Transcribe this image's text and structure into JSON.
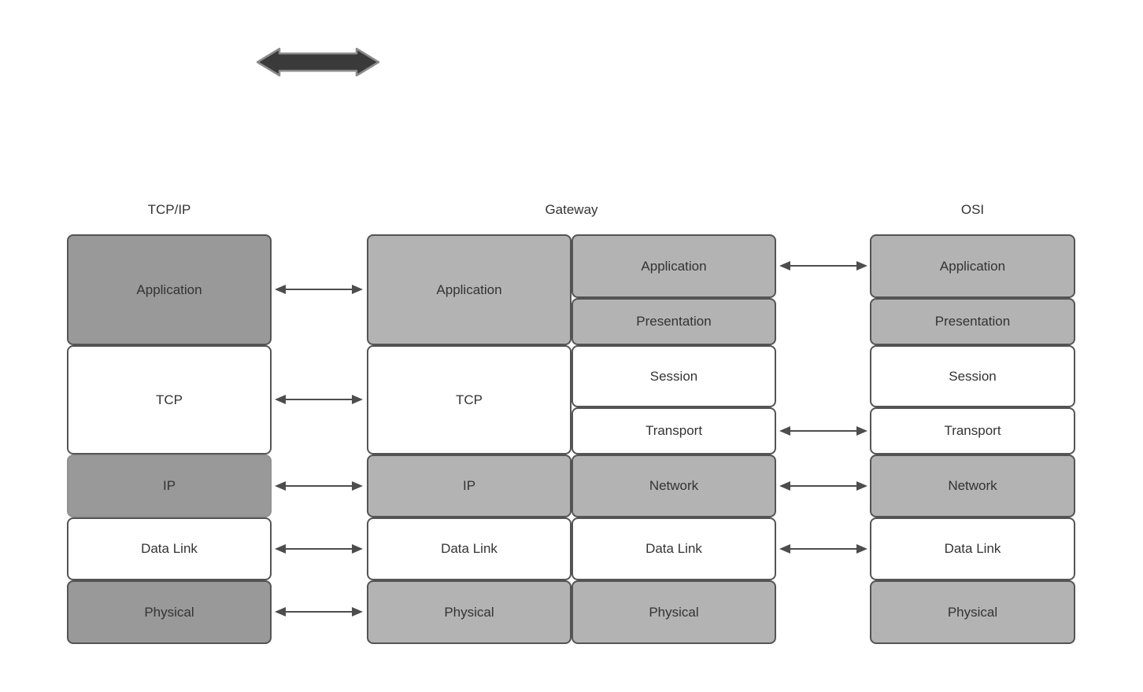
{
  "columns": {
    "tcpip": {
      "title": "TCP/IP",
      "layers": [
        {
          "label": "Application",
          "shade": "dark-gray"
        },
        {
          "label": "TCP",
          "shade": "white"
        },
        {
          "label": "IP",
          "shade": "dark-gray"
        },
        {
          "label": "Data Link",
          "shade": "white"
        },
        {
          "label": "Physical",
          "shade": "dark-gray"
        }
      ]
    },
    "gateway": {
      "title": "Gateway",
      "stack_left": [
        {
          "label": "Application",
          "shade": "light-gray"
        },
        {
          "label": "TCP",
          "shade": "white"
        },
        {
          "label": "IP",
          "shade": "light-gray"
        },
        {
          "label": "Data Link",
          "shade": "white"
        },
        {
          "label": "Physical",
          "shade": "light-gray"
        }
      ],
      "stack_right": [
        {
          "label": "Application",
          "shade": "light-gray"
        },
        {
          "label": "Presentation",
          "shade": "light-gray"
        },
        {
          "label": "Session",
          "shade": "white"
        },
        {
          "label": "Transport",
          "shade": "white"
        },
        {
          "label": "Network",
          "shade": "light-gray"
        },
        {
          "label": "Data Link",
          "shade": "white"
        },
        {
          "label": "Physical",
          "shade": "light-gray"
        }
      ]
    },
    "osi": {
      "title": "OSI",
      "layers": [
        {
          "label": "Application",
          "shade": "light-gray"
        },
        {
          "label": "Presentation",
          "shade": "light-gray"
        },
        {
          "label": "Session",
          "shade": "white"
        },
        {
          "label": "Transport",
          "shade": "white"
        },
        {
          "label": "Network",
          "shade": "light-gray"
        },
        {
          "label": "Data Link",
          "shade": "white"
        },
        {
          "label": "Physical",
          "shade": "light-gray"
        }
      ]
    }
  },
  "connections": {
    "tcpip_gateway": [
      "Application",
      "TCP",
      "IP",
      "Data Link",
      "Physical"
    ],
    "gateway_osi": [
      "Application",
      "Transport",
      "Network",
      "Data Link"
    ]
  },
  "colors": {
    "dark_gray_fill": "#999999",
    "light_gray_fill": "#b3b3b3",
    "white_fill": "#ffffff",
    "box_border": "#545454",
    "text": "#333333",
    "connector_arrow": "#4d4d4d",
    "thick_arrow_fill": "#3a3a3a",
    "thick_arrow_stroke": "#8c8c8c"
  }
}
